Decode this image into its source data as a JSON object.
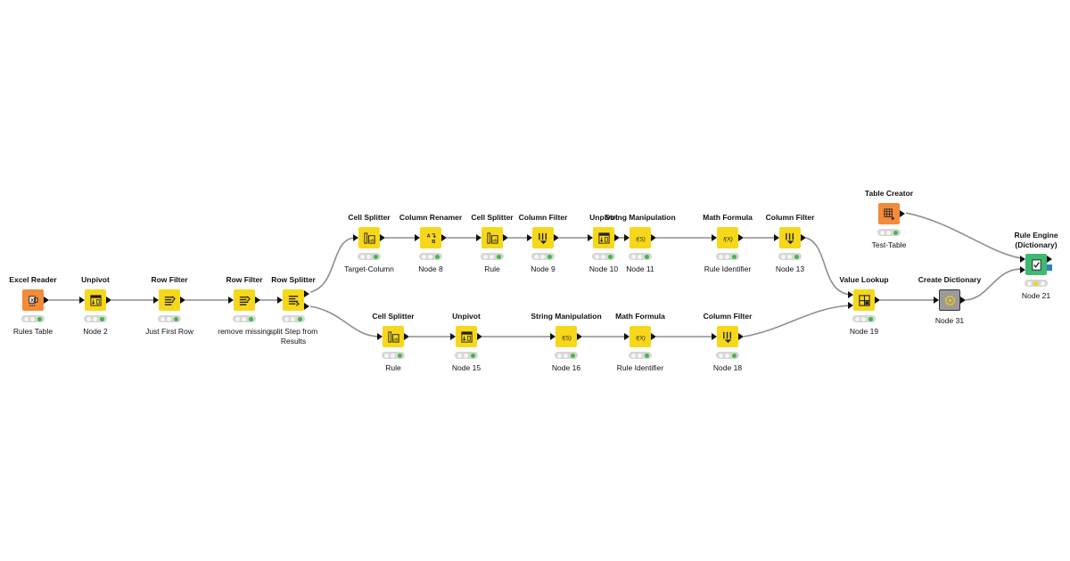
{
  "nodes": [
    {
      "id": "excel-reader",
      "title": "Excel Reader",
      "label": "Rules Table",
      "color": "orange",
      "icon": "excel-reader-icon",
      "in": false,
      "out": true,
      "status": "green"
    },
    {
      "id": "unpivot-1",
      "title": "Unpivot",
      "label": "Node 2",
      "color": "yellow",
      "icon": "unpivot-icon",
      "in": true,
      "out": true,
      "status": "green"
    },
    {
      "id": "row-filter-1",
      "title": "Row Filter",
      "label": "Just First Row",
      "color": "yellow",
      "icon": "row-filter-icon",
      "in": true,
      "out": true,
      "status": "green"
    },
    {
      "id": "row-filter-2",
      "title": "Row Filter",
      "label": "remove missing",
      "color": "yellow",
      "icon": "row-filter-icon",
      "in": true,
      "out": true,
      "status": "green"
    },
    {
      "id": "row-splitter",
      "title": "Row Splitter",
      "label": "split Step from Results",
      "color": "yellow",
      "icon": "row-splitter-icon",
      "in": true,
      "out": true,
      "out2": true,
      "status": "green"
    },
    {
      "id": "cell-splitter-1",
      "title": "Cell Splitter",
      "label": "Target-Column",
      "color": "yellow",
      "icon": "cell-splitter-icon",
      "in": true,
      "out": true,
      "status": "green"
    },
    {
      "id": "column-renamer",
      "title": "Column Renamer",
      "label": "Node 8",
      "color": "yellow",
      "icon": "column-renamer-icon",
      "in": true,
      "out": true,
      "status": "green"
    },
    {
      "id": "cell-splitter-2",
      "title": "Cell Splitter",
      "label": "Rule",
      "color": "yellow",
      "icon": "cell-splitter-icon",
      "in": true,
      "out": true,
      "status": "green"
    },
    {
      "id": "column-filter-1",
      "title": "Column Filter",
      "label": "Node 9",
      "color": "yellow",
      "icon": "column-filter-icon",
      "in": true,
      "out": true,
      "status": "green"
    },
    {
      "id": "unpivot-2",
      "title": "Unpivot",
      "label": "Node 10",
      "color": "yellow",
      "icon": "unpivot-icon",
      "in": true,
      "out": true,
      "status": "green"
    },
    {
      "id": "string-manipulation-1",
      "title": "String Manipulation",
      "label": "Node 11",
      "color": "yellow",
      "icon": "string-manipulation-icon",
      "in": true,
      "out": true,
      "status": "green"
    },
    {
      "id": "math-formula-1",
      "title": "Math Formula",
      "label": "Rule Identifier",
      "color": "yellow",
      "icon": "math-formula-icon",
      "in": true,
      "out": true,
      "status": "green"
    },
    {
      "id": "column-filter-2",
      "title": "Column Filter",
      "label": "Node 13",
      "color": "yellow",
      "icon": "column-filter-icon",
      "in": true,
      "out": true,
      "status": "green"
    },
    {
      "id": "cell-splitter-3",
      "title": "Cell Splitter",
      "label": "Rule",
      "color": "yellow",
      "icon": "cell-splitter-icon",
      "in": true,
      "out": true,
      "status": "green"
    },
    {
      "id": "unpivot-3",
      "title": "Unpivot",
      "label": "Node 15",
      "color": "yellow",
      "icon": "unpivot-icon",
      "in": true,
      "out": true,
      "status": "green"
    },
    {
      "id": "string-manipulation-2",
      "title": "String Manipulation",
      "label": "Node 16",
      "color": "yellow",
      "icon": "string-manipulation-icon",
      "in": true,
      "out": true,
      "status": "green"
    },
    {
      "id": "math-formula-2",
      "title": "Math Formula",
      "label": "Rule Identifier",
      "color": "yellow",
      "icon": "math-formula-icon",
      "in": true,
      "out": true,
      "status": "green"
    },
    {
      "id": "column-filter-3",
      "title": "Column Filter",
      "label": "Node 18",
      "color": "yellow",
      "icon": "column-filter-icon",
      "in": true,
      "out": true,
      "status": "green"
    },
    {
      "id": "value-lookup",
      "title": "Value Lookup",
      "label": "Node 19",
      "color": "yellow",
      "icon": "value-lookup-icon",
      "in": true,
      "in2": true,
      "out": true,
      "status": "green"
    },
    {
      "id": "create-dictionary",
      "title": "Create Dictionary",
      "label": "Node 31",
      "color": "gray",
      "icon": "create-dictionary-icon",
      "in": true,
      "out": true,
      "status": "none"
    },
    {
      "id": "table-creator",
      "title": "Table Creator",
      "label": "Test-Table",
      "color": "orange",
      "icon": "table-creator-icon",
      "in": false,
      "out": true,
      "status": "green"
    },
    {
      "id": "rule-engine",
      "title": "Rule Engine (Dictionary)",
      "label": "Node 21",
      "color": "green",
      "icon": "rule-engine-icon",
      "in": true,
      "in2": true,
      "out": true,
      "blue": true,
      "status": "yellow"
    }
  ]
}
